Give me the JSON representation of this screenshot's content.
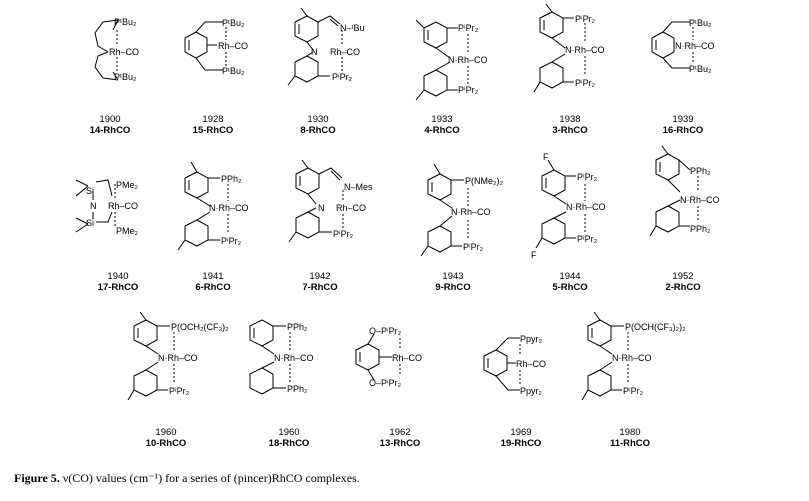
{
  "figure": {
    "caption_label": "Figure 5.",
    "caption_text": "ν(CO) values (cm⁻¹) for a series of (pincer)RhCO complexes."
  },
  "complexes": [
    {
      "wavenumber": "1900",
      "compound": "14-RhCO"
    },
    {
      "wavenumber": "1928",
      "compound": "15-RhCO"
    },
    {
      "wavenumber": "1930",
      "compound": "8-RhCO"
    },
    {
      "wavenumber": "1933",
      "compound": "4-RhCO"
    },
    {
      "wavenumber": "1938",
      "compound": "3-RhCO"
    },
    {
      "wavenumber": "1939",
      "compound": "16-RhCO"
    },
    {
      "wavenumber": "1940",
      "compound": "17-RhCO"
    },
    {
      "wavenumber": "1941",
      "compound": "6-RhCO"
    },
    {
      "wavenumber": "1942",
      "compound": "7-RhCO"
    },
    {
      "wavenumber": "1943",
      "compound": "9-RhCO"
    },
    {
      "wavenumber": "1944",
      "compound": "5-RhCO"
    },
    {
      "wavenumber": "1952",
      "compound": "2-RhCO"
    },
    {
      "wavenumber": "1960",
      "compound": "10-RhCO"
    },
    {
      "wavenumber": "1960",
      "compound": "18-RhCO"
    },
    {
      "wavenumber": "1962",
      "compound": "13-RhCO"
    },
    {
      "wavenumber": "1969",
      "compound": "19-RhCO"
    },
    {
      "wavenumber": "1980",
      "compound": "11-RhCO"
    }
  ],
  "atom_labels": {
    "rh_co": "Rh–CO",
    "n_rh_co": "N·Rh–CO",
    "ptbu2": "PᵗBu₂",
    "pipr2": "PⁱPr₂",
    "pph2": "PPh₂",
    "pme2": "PMe₂",
    "n_tbu": "N–ᵗBu",
    "n_mes": "N–Mes",
    "pnme2": "P(NMe₂)₂",
    "poch": "P(OCH(CF₃)₂)₂",
    "poch2": "P(OCH₂(CF₃)₂",
    "o_pipr2": "O–PⁱPr₂",
    "ppyr2": "Ppyr₂",
    "si": "Si",
    "n": "N",
    "f": "F"
  }
}
